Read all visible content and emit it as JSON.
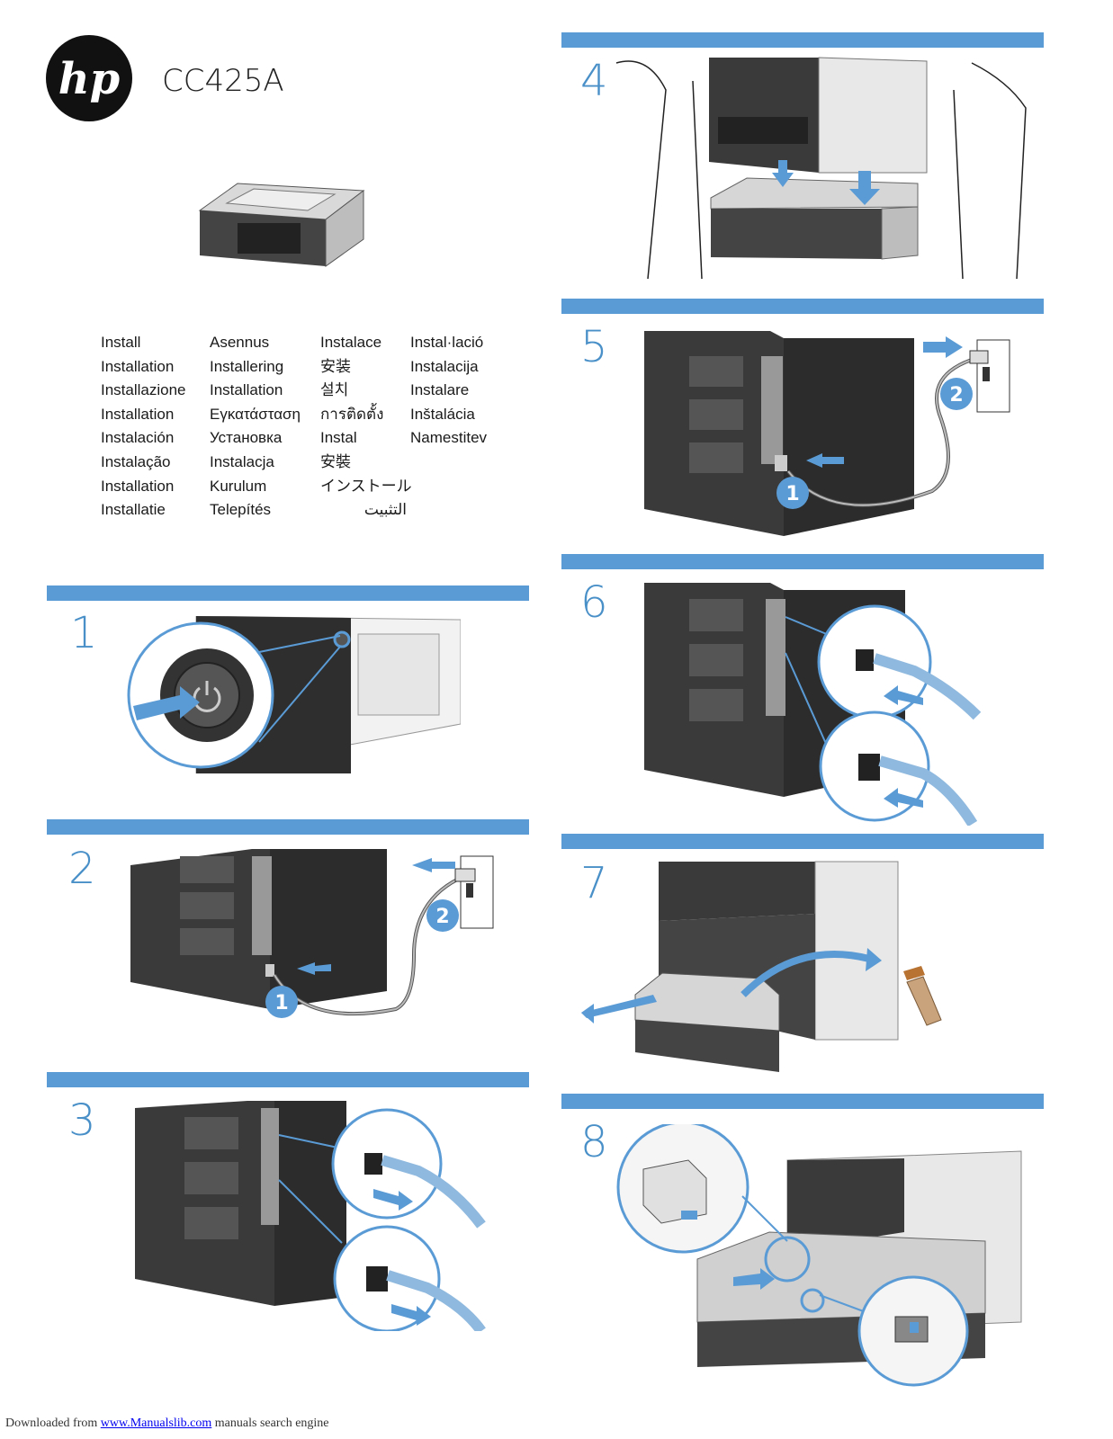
{
  "header": {
    "brand_logo_text": "hp",
    "model": "CC425A"
  },
  "languages": {
    "col1": [
      "Install",
      "Installation",
      "Installazione",
      "Installation",
      "Instalación",
      "Instalação",
      "Installation",
      "Installatie"
    ],
    "col2": [
      "Asennus",
      "Installering",
      "Installation",
      "Εγκατάσταση",
      "Установка",
      "Instalacja",
      "Kurulum",
      "Telepítés"
    ],
    "col3": [
      "Instalace",
      "安装",
      "설치",
      "การติดตั้ง",
      "Instal",
      "安裝",
      "インストール",
      "التثبيت"
    ],
    "col4": [
      "Instal·lació",
      "Instalacija",
      "Instalare",
      "Inštalácia",
      "Namestitev"
    ]
  },
  "steps": [
    {
      "number": "1"
    },
    {
      "number": "2",
      "callouts": [
        "1",
        "2"
      ]
    },
    {
      "number": "3"
    },
    {
      "number": "4"
    },
    {
      "number": "5",
      "callouts": [
        "1",
        "2"
      ]
    },
    {
      "number": "6"
    },
    {
      "number": "7"
    },
    {
      "number": "8"
    }
  ],
  "footer": {
    "prefix": "Downloaded from ",
    "link": "www.Manualslib.com",
    "suffix": "  manuals search engine"
  },
  "colors": {
    "accent_blue": "#5b9bd5",
    "printer_dark": "#3a3a3a",
    "printer_light": "#e8e8e8"
  }
}
